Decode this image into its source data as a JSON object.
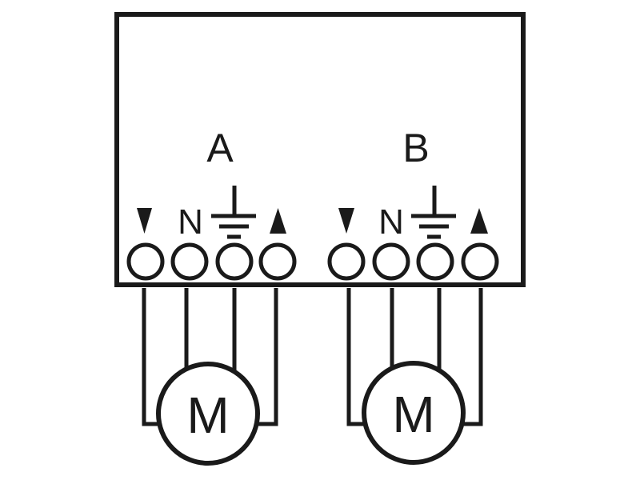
{
  "groups": [
    {
      "label": "A",
      "terminals": [
        {
          "symbol": "down-arrow-icon"
        },
        {
          "symbol": "neutral",
          "text": "N"
        },
        {
          "symbol": "ground-icon"
        },
        {
          "symbol": "up-arrow-icon"
        }
      ],
      "motor_label": "M"
    },
    {
      "label": "B",
      "terminals": [
        {
          "symbol": "down-arrow-icon"
        },
        {
          "symbol": "neutral",
          "text": "N"
        },
        {
          "symbol": "ground-icon"
        },
        {
          "symbol": "up-arrow-icon"
        }
      ],
      "motor_label": "M"
    }
  ],
  "colors": {
    "line": "#1a1a1a",
    "background": "#ffffff"
  }
}
